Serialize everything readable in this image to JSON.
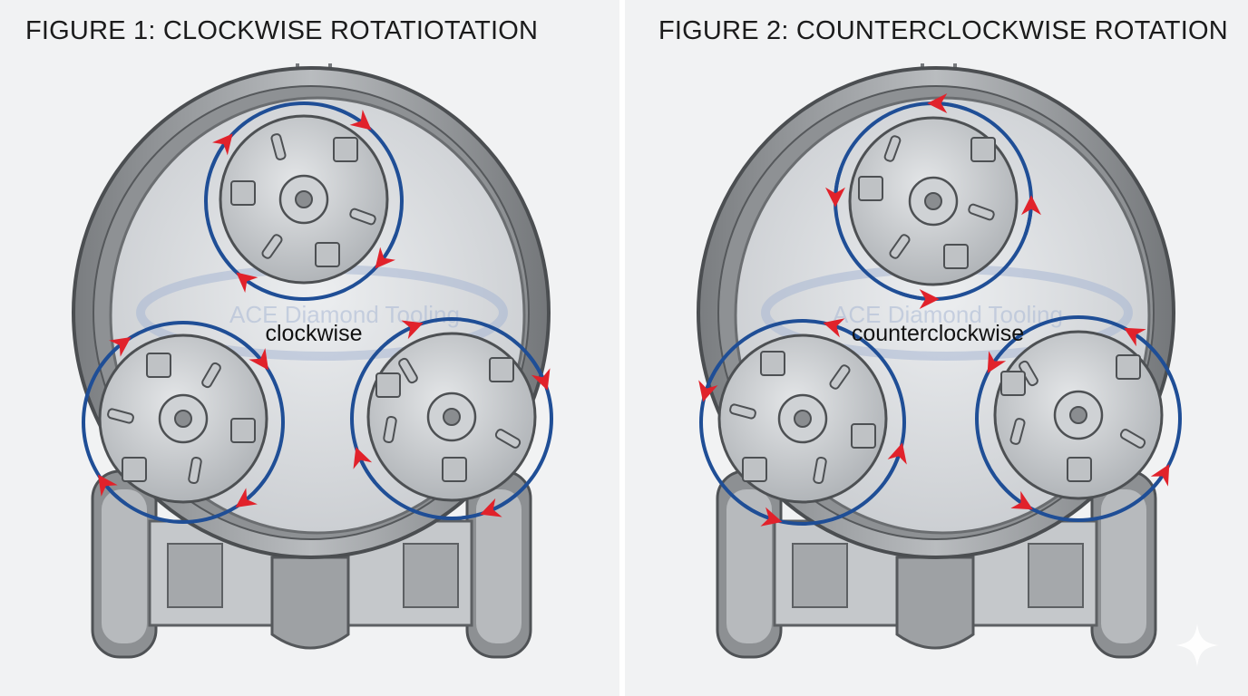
{
  "figures": [
    {
      "title": "FIGURE 1: CLOCKWISE ROTATIOTATION",
      "watermark": "ACE Diamond Tooling",
      "rotation_label": "clockwise",
      "direction": "cw"
    },
    {
      "title": "FIGURE 2: COUNTERCLOCKWISE ROTATION",
      "watermark": "ACE Diamond Tooling",
      "rotation_label": "counterclockwise",
      "direction": "ccw"
    }
  ],
  "colors": {
    "circle_blue": "#1f4e96",
    "arrow_red": "#e1222b",
    "metal_dark": "#6f7275",
    "metal_light": "#d9dbdd",
    "watermark": "#a9b8d4"
  },
  "icons": [
    "sparkle-icon"
  ]
}
